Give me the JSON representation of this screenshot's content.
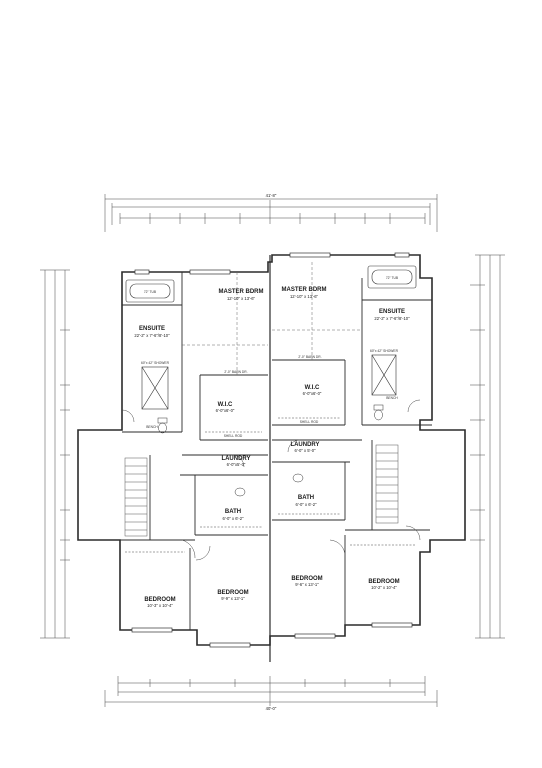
{
  "plan": {
    "top_overall": "41'-8\"",
    "bottom_overall": "40'-0\"",
    "left_unit": {
      "master": {
        "name": "MASTER BDRM",
        "dims": "12'-10\" x 13'-6\""
      },
      "ensuite": {
        "name": "ENSUITE",
        "dims": "22'-2\" x 7'-6\"/8'-10\""
      },
      "wic": {
        "name": "W.I.C",
        "dims": "6'-0\"x6'-0\""
      },
      "laundry": {
        "name": "LAUNDRY",
        "dims": "6'-0\"x5'-0\""
      },
      "bath": {
        "name": "BATH",
        "dims": "6'-0\" x 6'-2\""
      },
      "bedroom_a": {
        "name": "BEDROOM",
        "dims": "10'-3\" x 10'-4\""
      },
      "bedroom_b": {
        "name": "BEDROOM",
        "dims": "9'-9\" x 13'-1\""
      }
    },
    "right_unit": {
      "master": {
        "name": "MASTER BDRM",
        "dims": "12'-10\" x 13'-6\""
      },
      "ensuite": {
        "name": "ENSUITE",
        "dims": "22'-2\" x 7'-6\"/8'-10\""
      },
      "wic": {
        "name": "W.I.C",
        "dims": "6'-0\"x6'-0\""
      },
      "laundry": {
        "name": "LAUNDRY",
        "dims": "6'-0\" x 5'-0\""
      },
      "bath": {
        "name": "BATH",
        "dims": "6'-0\" x 6'-2\""
      },
      "bedroom_a": {
        "name": "BEDROOM",
        "dims": "9'-6\" x 13'-1\""
      },
      "bedroom_b": {
        "name": "BEDROOM",
        "dims": "10'-2\" x 10'-4\""
      }
    },
    "fixtures": {
      "tub": "72\" TUB",
      "shower": "60\"x 42\" SHOWER",
      "closet_rod": "SHELL ROD",
      "sliding_door": "2'-0\" BARN DR.",
      "bench": "BENCH"
    }
  }
}
